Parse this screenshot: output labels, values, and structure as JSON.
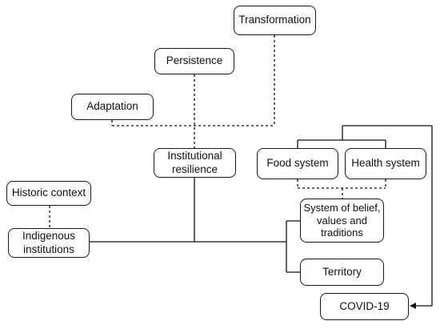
{
  "nodes": {
    "transformation": "Transformation",
    "persistence": "Persistence",
    "adaptation": "Adaptation",
    "institutional_resilience": "Institutional\nresilience",
    "historic_context": "Historic context",
    "indigenous_institutions": "Indigenous\ninstitutions",
    "food_system": "Food system",
    "health_system": "Health system",
    "belief_system": "System of belief,\nvalues and\ntraditions",
    "territory": "Territory",
    "covid": "COVID-19"
  }
}
